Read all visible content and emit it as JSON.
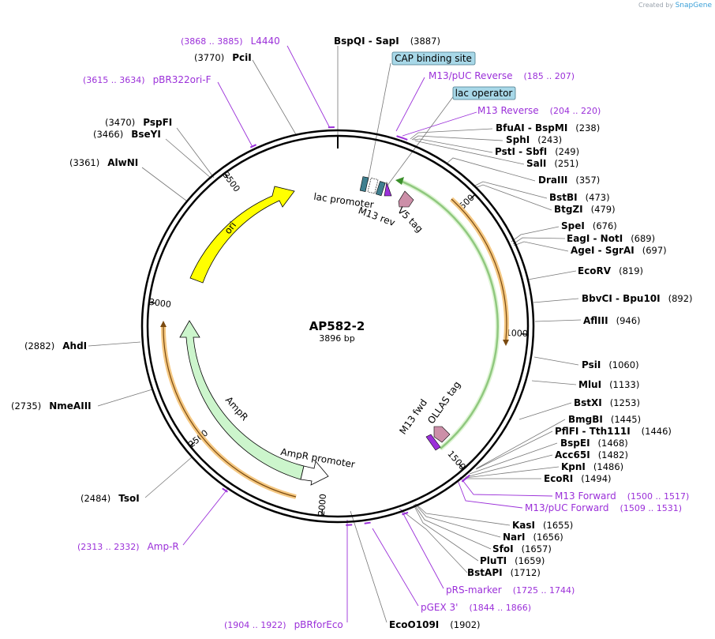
{
  "brand": {
    "created_by": "Created by",
    "name": "SnapGene"
  },
  "map": {
    "name": "AP582-2",
    "length_label": "3896 bp",
    "total_bp": 3896
  },
  "ticks": [
    {
      "bp": 500,
      "label": "500"
    },
    {
      "bp": 1000,
      "label": "1000"
    },
    {
      "bp": 1500,
      "label": "1500"
    },
    {
      "bp": 2000,
      "label": "2000"
    },
    {
      "bp": 2500,
      "label": "2500"
    },
    {
      "bp": 3000,
      "label": "3000"
    },
    {
      "bp": 3500,
      "label": "3500"
    }
  ],
  "enzymes": [
    {
      "id": "bspqi-sapi",
      "names": "BspQI  -  SapI",
      "pos": "(3887)",
      "bp": 3887
    },
    {
      "id": "pcii",
      "names": "PciI",
      "pos": "(3770)",
      "bp": 3770
    },
    {
      "id": "pspfi",
      "names": "PspFI",
      "pos": "(3470)",
      "bp": 3470
    },
    {
      "id": "bseyi",
      "names": "BseYI",
      "pos": "(3466)",
      "bp": 3466
    },
    {
      "id": "alwni",
      "names": "AlwNI",
      "pos": "(3361)",
      "bp": 3361
    },
    {
      "id": "bfuai-bspmi",
      "names": "BfuAI  -  BspMI",
      "pos": "(238)",
      "bp": 238
    },
    {
      "id": "sphi",
      "names": "SphI",
      "pos": "(243)",
      "bp": 243
    },
    {
      "id": "psti-sbfi",
      "names": "PstI  -  SbfI",
      "pos": "(249)",
      "bp": 249
    },
    {
      "id": "sali",
      "names": "SalI",
      "pos": "(251)",
      "bp": 251
    },
    {
      "id": "draiii",
      "names": "DraIII",
      "pos": "(357)",
      "bp": 357
    },
    {
      "id": "bstbi",
      "names": "BstBI",
      "pos": "(473)",
      "bp": 473
    },
    {
      "id": "btgzi",
      "names": "BtgZI",
      "pos": "(479)",
      "bp": 479
    },
    {
      "id": "spei",
      "names": "SpeI",
      "pos": "(676)",
      "bp": 676
    },
    {
      "id": "eagi-noti",
      "names": "EagI  -  NotI",
      "pos": "(689)",
      "bp": 689
    },
    {
      "id": "agei-sgrai",
      "names": "AgeI  -  SgrAI",
      "pos": "(697)",
      "bp": 697
    },
    {
      "id": "ecorv",
      "names": "EcoRV",
      "pos": "(819)",
      "bp": 819
    },
    {
      "id": "bbvci-bpu10i",
      "names": "BbvCI  -  Bpu10I",
      "pos": "(892)",
      "bp": 892
    },
    {
      "id": "afliii",
      "names": "AflIII",
      "pos": "(946)",
      "bp": 946
    },
    {
      "id": "psii",
      "names": "PsiI",
      "pos": "(1060)",
      "bp": 1060
    },
    {
      "id": "mlui",
      "names": "MluI",
      "pos": "(1133)",
      "bp": 1133
    },
    {
      "id": "bstxi",
      "names": "BstXI",
      "pos": "(1253)",
      "bp": 1253
    },
    {
      "id": "bmgbi",
      "names": "BmgBI",
      "pos": "(1445)",
      "bp": 1445
    },
    {
      "id": "pflfi-tth111i",
      "names": "PflFI  -  Tth111I",
      "pos": "(1446)",
      "bp": 1446
    },
    {
      "id": "bspei",
      "names": "BspEI",
      "pos": "(1468)",
      "bp": 1468
    },
    {
      "id": "acc65i",
      "names": "Acc65I",
      "pos": "(1482)",
      "bp": 1482
    },
    {
      "id": "kpni",
      "names": "KpnI",
      "pos": "(1486)",
      "bp": 1486
    },
    {
      "id": "ecori",
      "names": "EcoRI",
      "pos": "(1494)",
      "bp": 1494
    },
    {
      "id": "kasi",
      "names": "KasI",
      "pos": "(1655)",
      "bp": 1655
    },
    {
      "id": "nari",
      "names": "NarI",
      "pos": "(1656)",
      "bp": 1656
    },
    {
      "id": "sfoi",
      "names": "SfoI",
      "pos": "(1657)",
      "bp": 1657
    },
    {
      "id": "pluti",
      "names": "PluTI",
      "pos": "(1659)",
      "bp": 1659
    },
    {
      "id": "bstapi",
      "names": "BstAPI",
      "pos": "(1712)",
      "bp": 1712
    },
    {
      "id": "eco0109i",
      "names": "EcoO109I",
      "pos": "(1902)",
      "bp": 1902
    },
    {
      "id": "tsoi",
      "names": "TsoI",
      "pos": "(2484)",
      "bp": 2484
    },
    {
      "id": "nmeaiii",
      "names": "NmeAIII",
      "pos": "(2735)",
      "bp": 2735
    },
    {
      "id": "ahdi",
      "names": "AhdI",
      "pos": "(2882)",
      "bp": 2882
    }
  ],
  "primers": [
    {
      "id": "l4440",
      "name": "L4440",
      "range": "(3868 .. 3885)",
      "bp": 3876
    },
    {
      "id": "pbr322ori-f",
      "name": "pBR322ori-F",
      "range": "(3615 .. 3634)",
      "bp": 3624
    },
    {
      "id": "m13-puc-reverse",
      "name": "M13/pUC Reverse",
      "range": "(185 .. 207)",
      "bp": 196
    },
    {
      "id": "m13-reverse",
      "name": "M13 Reverse",
      "range": "(204 .. 220)",
      "bp": 212
    },
    {
      "id": "m13-forward",
      "name": "M13 Forward",
      "range": "(1500 .. 1517)",
      "bp": 1508
    },
    {
      "id": "m13-puc-forward",
      "name": "M13/pUC Forward",
      "range": "(1509 .. 1531)",
      "bp": 1520
    },
    {
      "id": "prs-marker",
      "name": "pRS-marker",
      "range": "(1725 .. 1744)",
      "bp": 1734
    },
    {
      "id": "pgex-3",
      "name": "pGEX 3'",
      "range": "(1844 .. 1866)",
      "bp": 1855
    },
    {
      "id": "pbrforeco",
      "name": "pBRforEco",
      "range": "(1904 .. 1922)",
      "bp": 1913
    },
    {
      "id": "amp-r",
      "name": "Amp-R",
      "range": "(2313 .. 2332)",
      "bp": 2322
    }
  ],
  "boxed_features": [
    {
      "id": "cap-binding-site",
      "label": "CAP binding site"
    },
    {
      "id": "lac-operator",
      "label": "lac operator"
    }
  ],
  "features": [
    {
      "id": "ori",
      "label": "ori"
    },
    {
      "id": "ampr",
      "label": "AmpR"
    },
    {
      "id": "ampr-promoter",
      "label": "AmpR promoter"
    },
    {
      "id": "lac-promoter",
      "label": "lac promoter"
    },
    {
      "id": "m13-rev",
      "label": "M13 rev"
    },
    {
      "id": "v5-tag",
      "label": "V5 tag"
    },
    {
      "id": "m13-fwd",
      "label": "M13 fwd"
    },
    {
      "id": "ollas-tag",
      "label": "OLLAS tag"
    }
  ],
  "colors": {
    "ori": "#ffff00",
    "ampr": "#ccf5cc",
    "cds_green": "#3a8f2a",
    "orange_track": "#e8a23a",
    "primer": "#9b30d9",
    "boxed_feature": "#a8d8e8",
    "tag_pink": "#cc8fa8"
  }
}
